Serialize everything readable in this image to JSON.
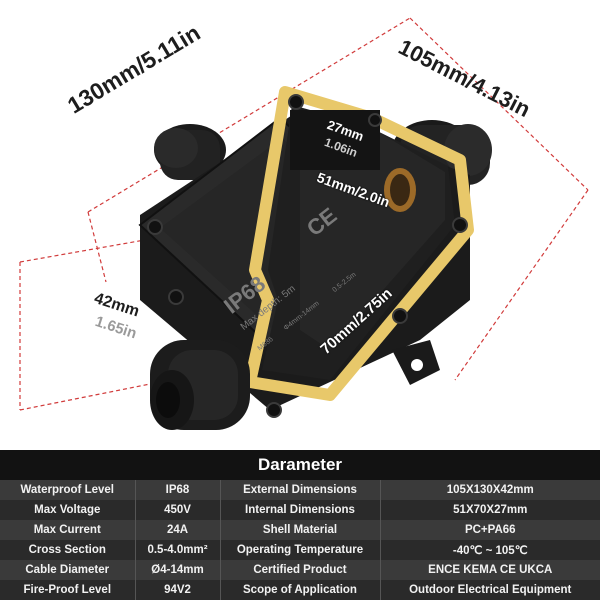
{
  "dimensions": {
    "length": "130mm/5.11in",
    "width": "105mm/4.13in",
    "height_value": "42mm",
    "height_in": "1.65in",
    "inner_depth_value": "27mm",
    "inner_depth_in": "1.06in",
    "inner_width": "51mm/2.0in",
    "inner_length": "70mm/2.75in"
  },
  "box_labels": {
    "rating": "IP68",
    "depth": "Max depth: 5m",
    "ce": "CE",
    "thread": "M686",
    "range": "Φ4mm-14mm",
    "section": "0.5-2.5m"
  },
  "table": {
    "title": "Darameter",
    "rows": [
      {
        "label1": "Waterproof Level",
        "value1": "IP68",
        "label2": "External Dimensions",
        "value2": "105X130X42mm"
      },
      {
        "label1": "Max Voltage",
        "value1": "450V",
        "label2": "Internal Dimensions",
        "value2": "51X70X27mm"
      },
      {
        "label1": "Max Current",
        "value1": "24A",
        "label2": "Shell Material",
        "value2": "PC+PA66"
      },
      {
        "label1": "Cross Section",
        "value1": "0.5-4.0mm²",
        "label2": "Operating Temperature",
        "value2": "-40℃ ~ 105℃"
      },
      {
        "label1": "Cable Diameter",
        "value1": "Ø4-14mm",
        "label2": "Certified Product",
        "value2": "ENCE KEMA CE UKCA"
      },
      {
        "label1": "Fire-Proof Level",
        "value1": "94V2",
        "label2": "Scope of Application",
        "value2": "Outdoor Electrical Equipment"
      }
    ]
  }
}
